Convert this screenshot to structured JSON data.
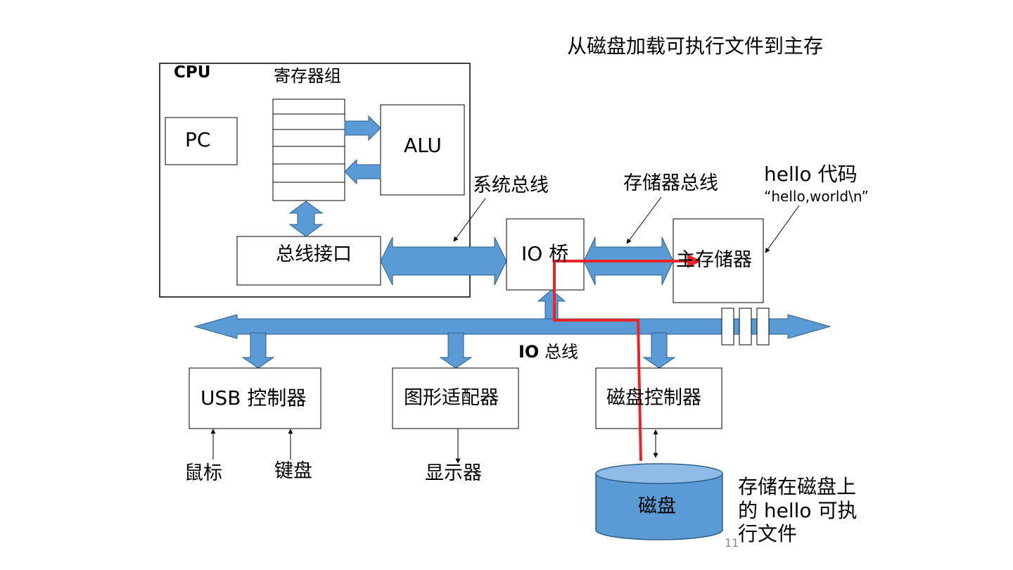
{
  "title": "从磁盘加载可执行文件到主存",
  "cpu": {
    "label": "CPU",
    "register_file_label": "寄存器组",
    "pc_label": "PC",
    "alu_label": "ALU",
    "bus_interface_label": "总线接口"
  },
  "system_bus_label": "系统总线",
  "memory_bus_label": "存储器总线",
  "io_bridge_label": "IO 桥",
  "main_memory_label": "主存储器",
  "memory_contents": {
    "code_label": "hello 代码",
    "string_label": "“hello,world\\n”"
  },
  "io_bus": {
    "prefix": "IO",
    "suffix": " 总线"
  },
  "devices": {
    "usb_controller": "USB 控制器",
    "graphics_adapter": "图形适配器",
    "disk_controller": "磁盘控制器",
    "mouse": "鼠标",
    "keyboard": "键盘",
    "display": "显示器",
    "disk": "磁盘"
  },
  "disk_note": "存储在磁盘上的 hello 可执行文件",
  "page_number": "11",
  "colors": {
    "bus_fill": "#5b9bd5",
    "bus_stroke": "#2e5f8a",
    "path_highlight": "#e8262a",
    "box_stroke": "#000000"
  }
}
